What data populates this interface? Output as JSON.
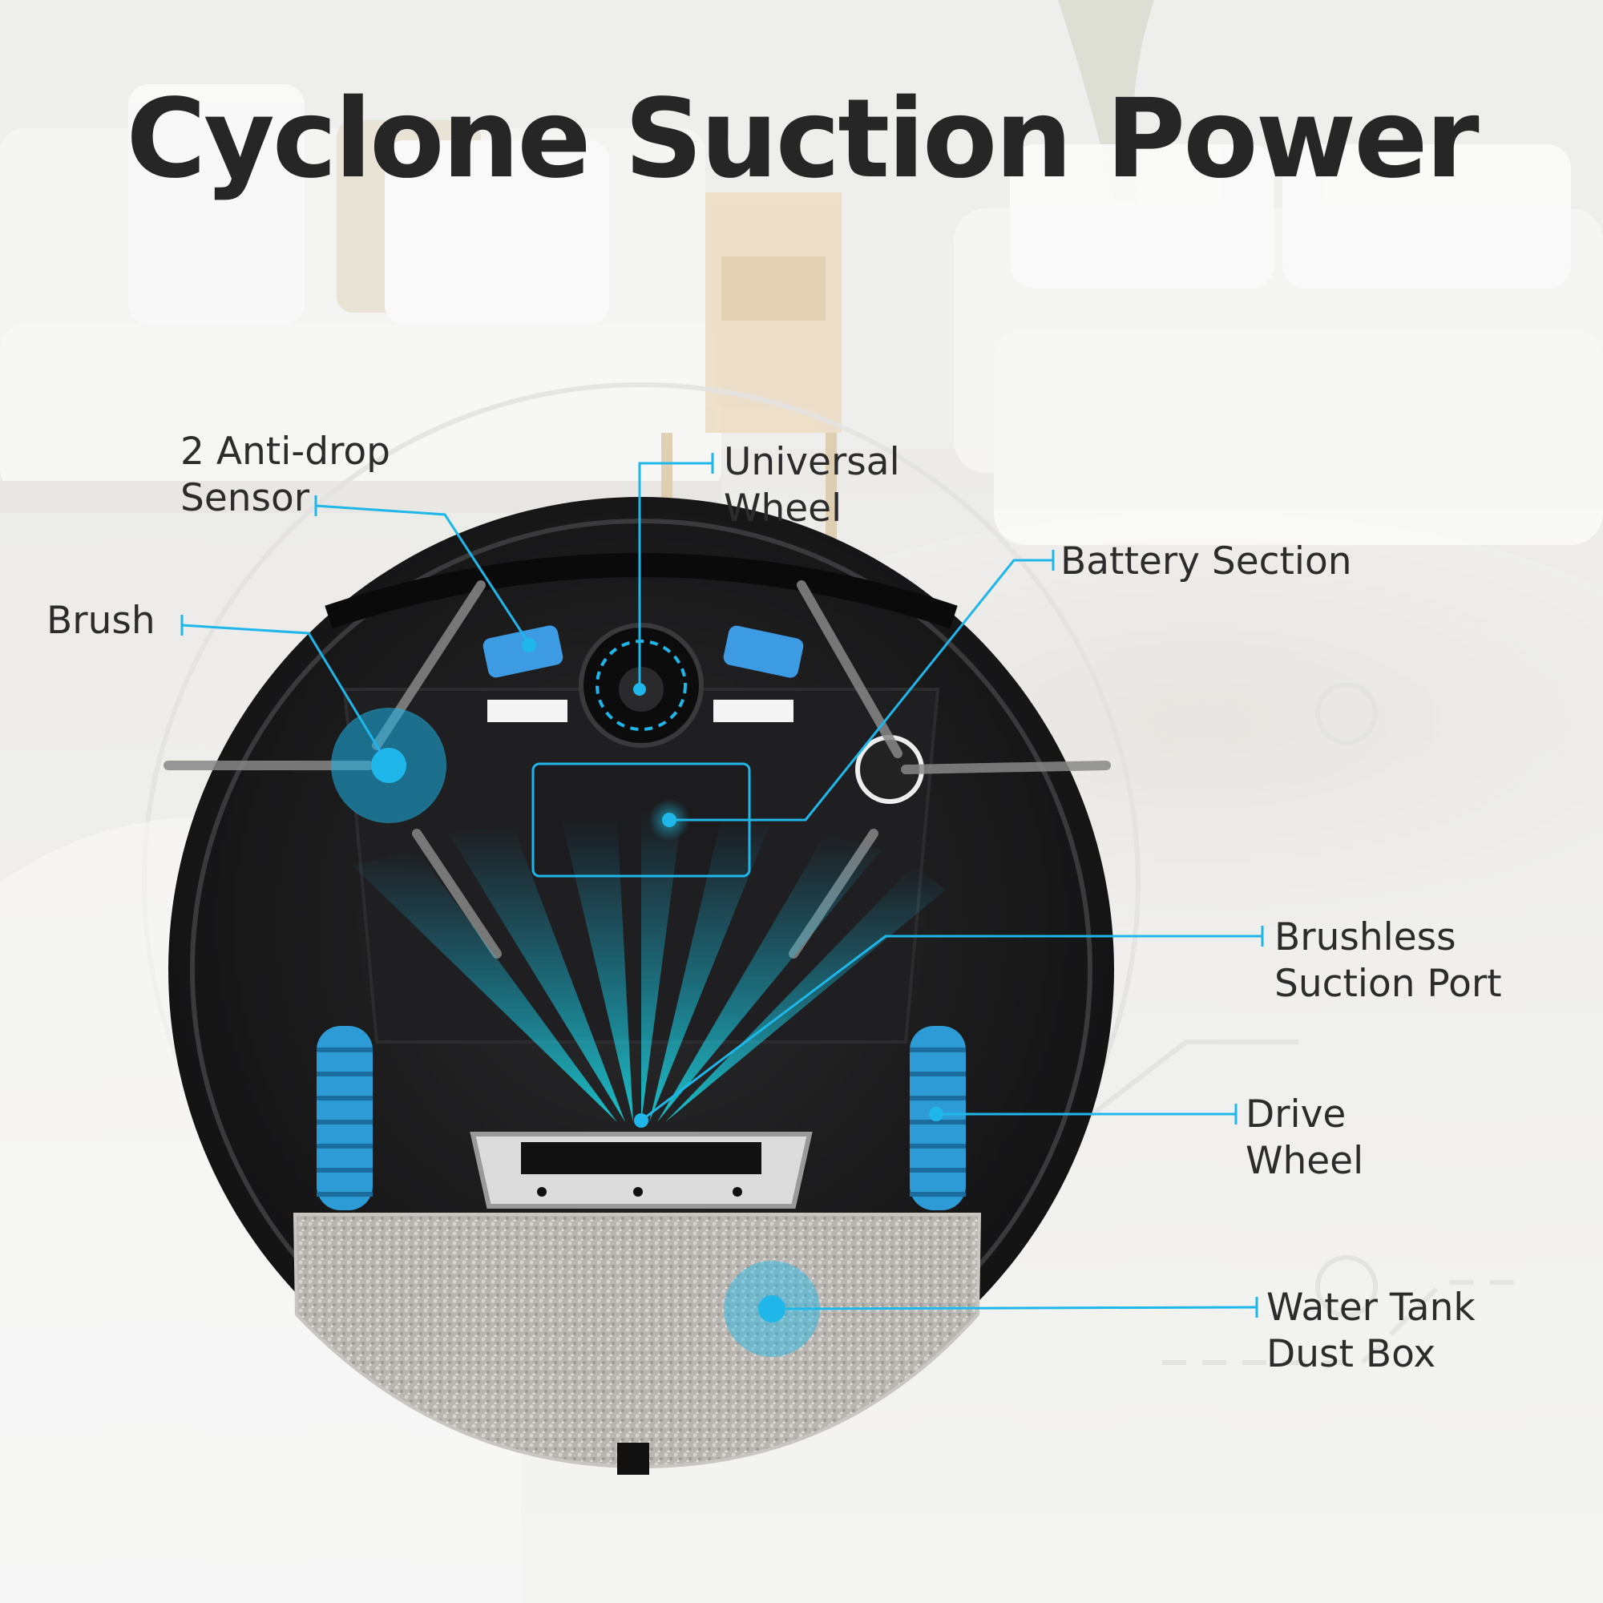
{
  "title": "Cyclone Suction Power",
  "accent_color": "#1fb7ea",
  "callouts": {
    "anti_drop": [
      "2 Anti-drop",
      "Sensor"
    ],
    "universal_wheel": [
      "Universal",
      "Wheel"
    ],
    "battery": [
      "Battery Section"
    ],
    "brush": [
      "Brush"
    ],
    "suction_port": [
      "Brushless",
      "Suction Port"
    ],
    "drive_wheel": [
      "Drive",
      "Wheel"
    ],
    "water_tank": [
      "Water Tank",
      "Dust Box"
    ]
  }
}
